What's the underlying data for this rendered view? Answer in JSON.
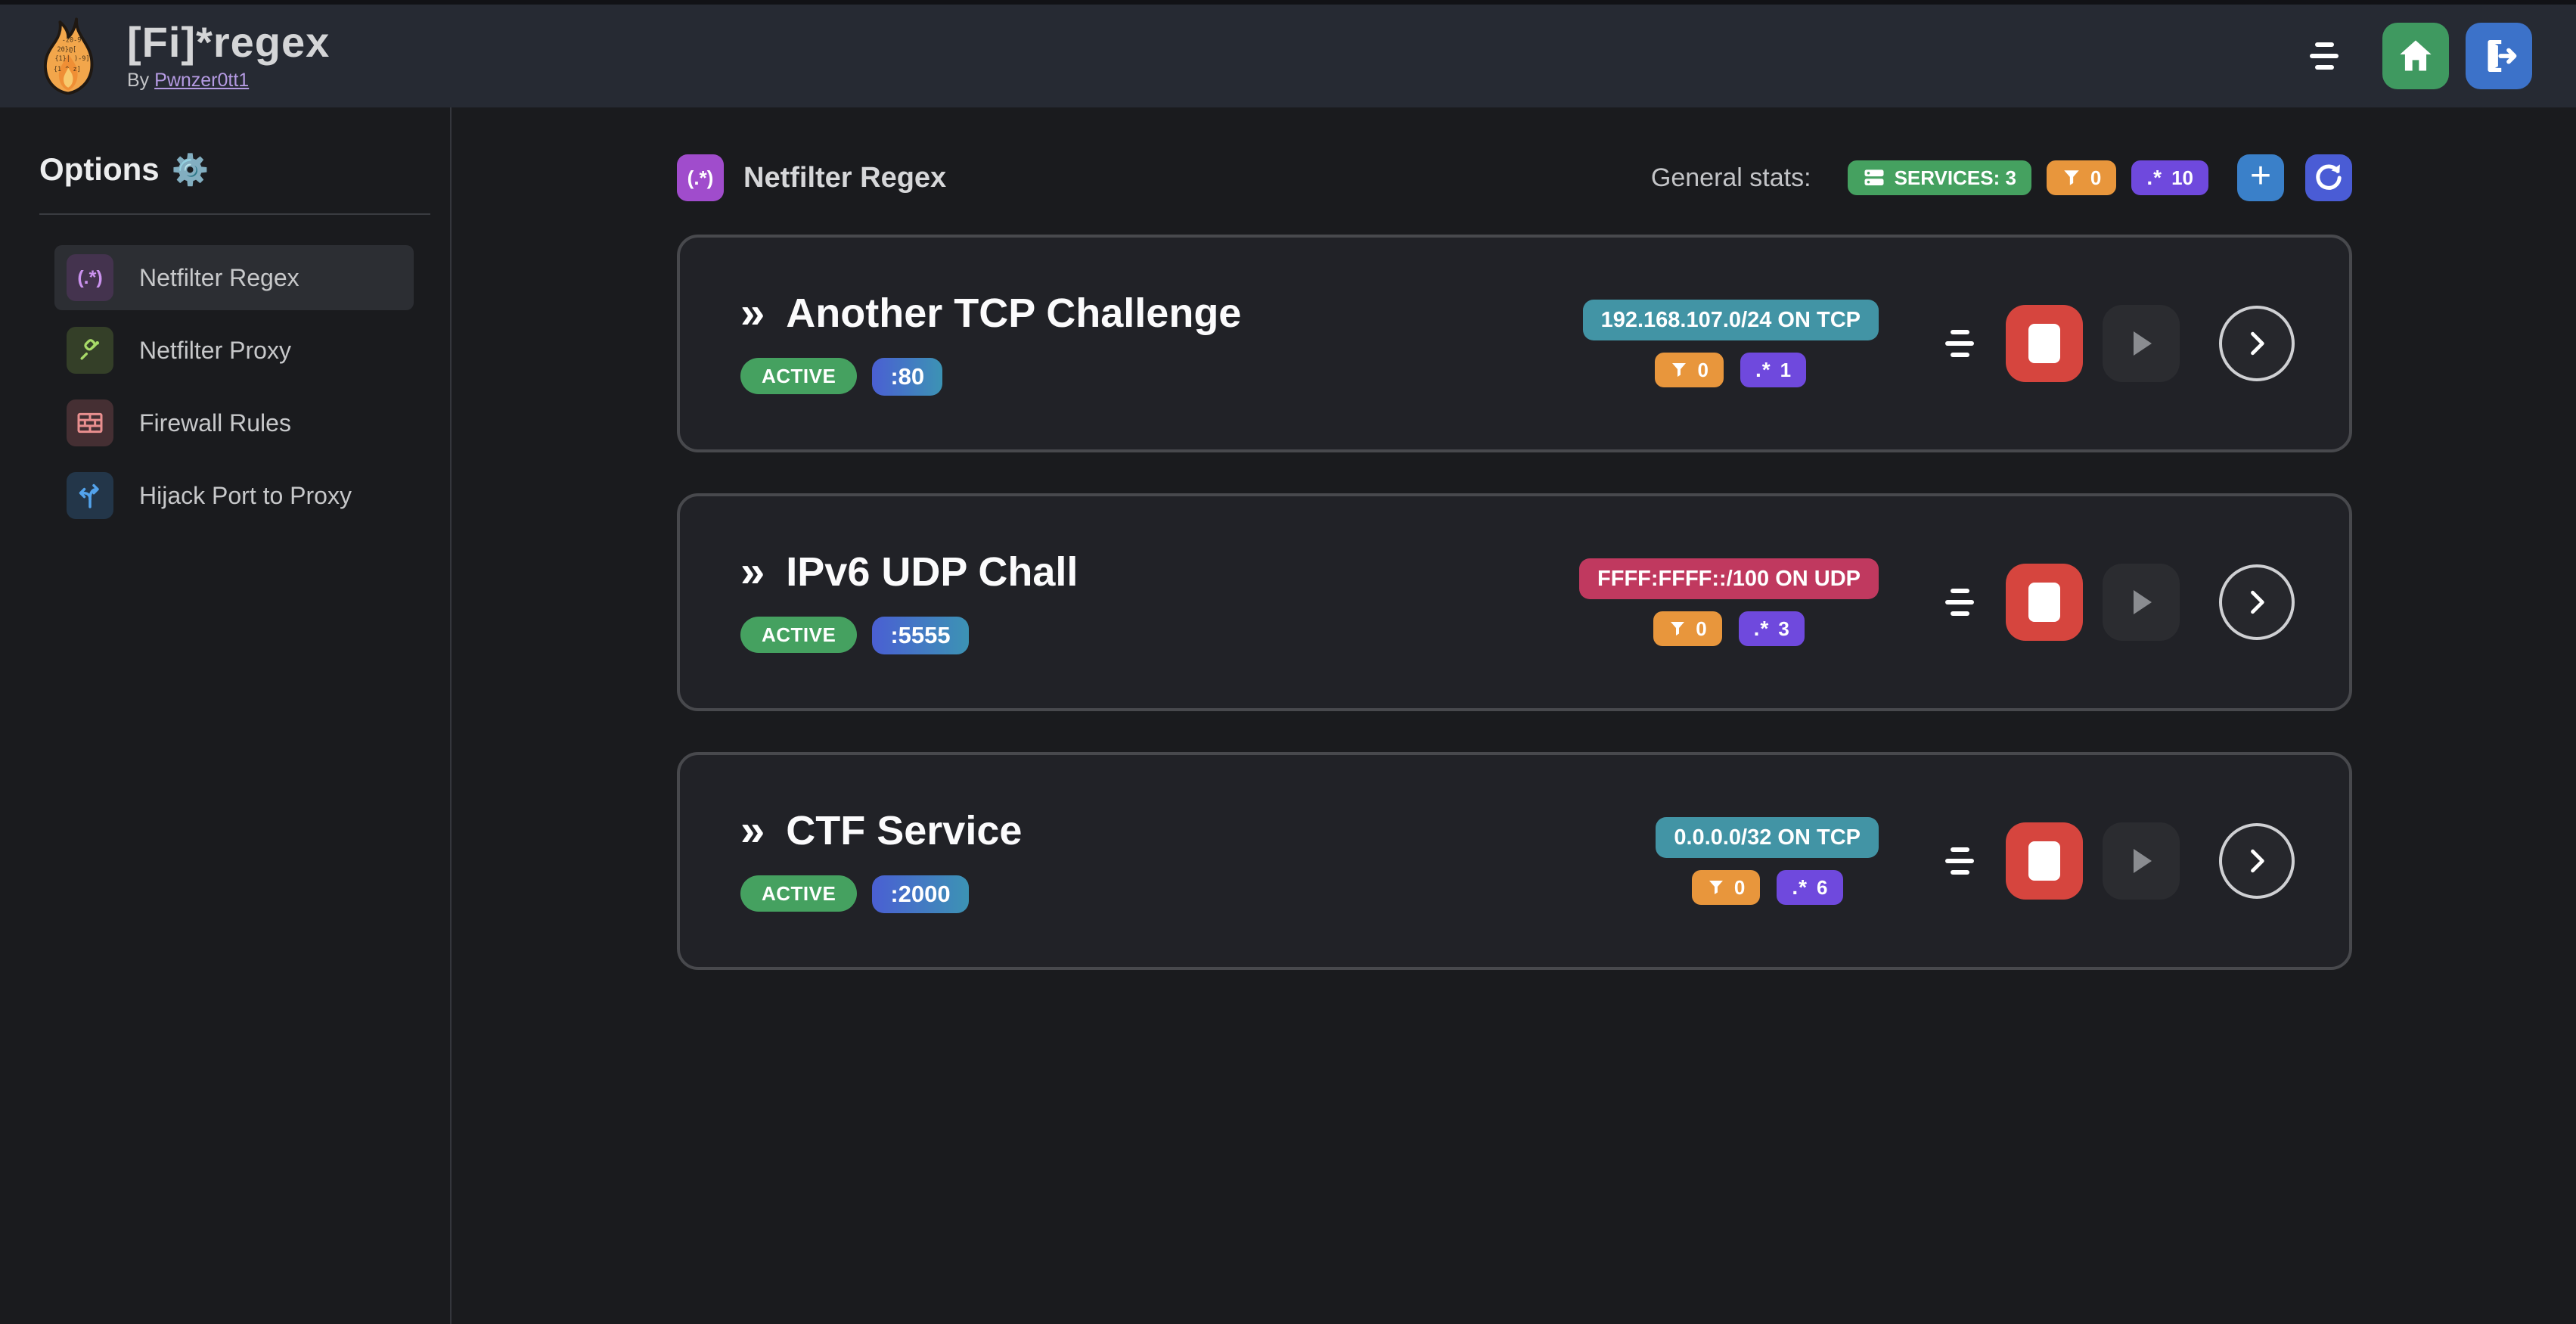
{
  "header": {
    "title": "[Fi]*regex",
    "byline_prefix": "By",
    "byline_link": "Pwnzer0tt1"
  },
  "sidebar": {
    "heading": "Options",
    "gear": "⚙️",
    "items": [
      {
        "label": "Netfilter Regex",
        "selected": true
      },
      {
        "label": "Netfilter Proxy",
        "selected": false
      },
      {
        "label": "Firewall Rules",
        "selected": false
      },
      {
        "label": "Hijack Port to Proxy",
        "selected": false
      }
    ]
  },
  "main": {
    "section_icon_text": "(.*)",
    "section_title": "Netfilter Regex",
    "stats_label": "General stats:",
    "stats": {
      "services": "SERVICES: 3",
      "filters": "0",
      "regexes": "10"
    }
  },
  "glyphs": {
    "chevrons": "»",
    "dot_star": ".*",
    "plus": "+"
  },
  "services": [
    {
      "name": "Another TCP Challenge",
      "status": "ACTIVE",
      "port": ":80",
      "target": "192.168.107.0/24 ON TCP",
      "target_color": "teal",
      "filters": "0",
      "regexes": "1"
    },
    {
      "name": "IPv6 UDP Chall",
      "status": "ACTIVE",
      "port": ":5555",
      "target": "FFFF:FFFF::/100 ON UDP",
      "target_color": "pink",
      "filters": "0",
      "regexes": "3"
    },
    {
      "name": "CTF Service",
      "status": "ACTIVE",
      "port": ":2000",
      "target": "0.0.0.0/32 ON TCP",
      "target_color": "teal",
      "filters": "0",
      "regexes": "6"
    }
  ],
  "colors": {
    "header_bg": "#262a33",
    "page_bg": "#1a1b1e",
    "card_bg": "#212227",
    "card_border": "#48494d",
    "green": "#45a160",
    "orange": "#e8963c",
    "violet": "#6f49dd",
    "teal": "#4294a5",
    "pink": "#c0395f",
    "red": "#d6453e",
    "blue": "#3a80c9",
    "indigo": "#4a5cd5",
    "link_purple": "#b49ae2"
  }
}
